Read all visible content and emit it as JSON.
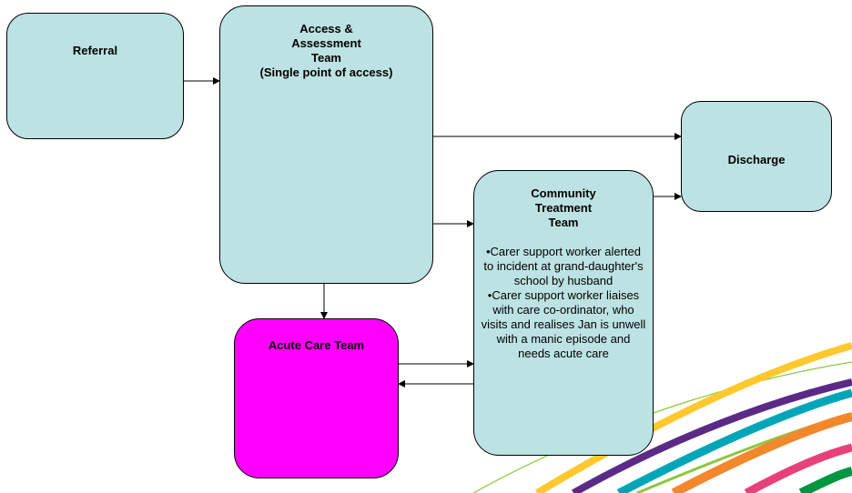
{
  "colors": {
    "box_fill": "#bde2e3",
    "acute_fill": "#ff00ff",
    "arrow": "#000000",
    "ribbon_colors": [
      "#ffc82e",
      "#5b2a86",
      "#00a6b8",
      "#f2872c",
      "#8ec63f",
      "#e8407a",
      "#00963f"
    ]
  },
  "boxes": {
    "referral": {
      "title": "Referral"
    },
    "access": {
      "title": "Access &\nAssessment\nTeam\n(Single point of access)"
    },
    "discharge": {
      "title": "Discharge"
    },
    "community": {
      "title": "Community\nTreatment\nTeam",
      "bullets": [
        "•Carer support worker alerted to incident at grand-daughter's school by husband",
        "•Carer support worker liaises with care co-ordinator, who visits and realises Jan is unwell with a manic episode and needs acute care"
      ]
    },
    "acute": {
      "title": "Acute Care Team"
    }
  }
}
